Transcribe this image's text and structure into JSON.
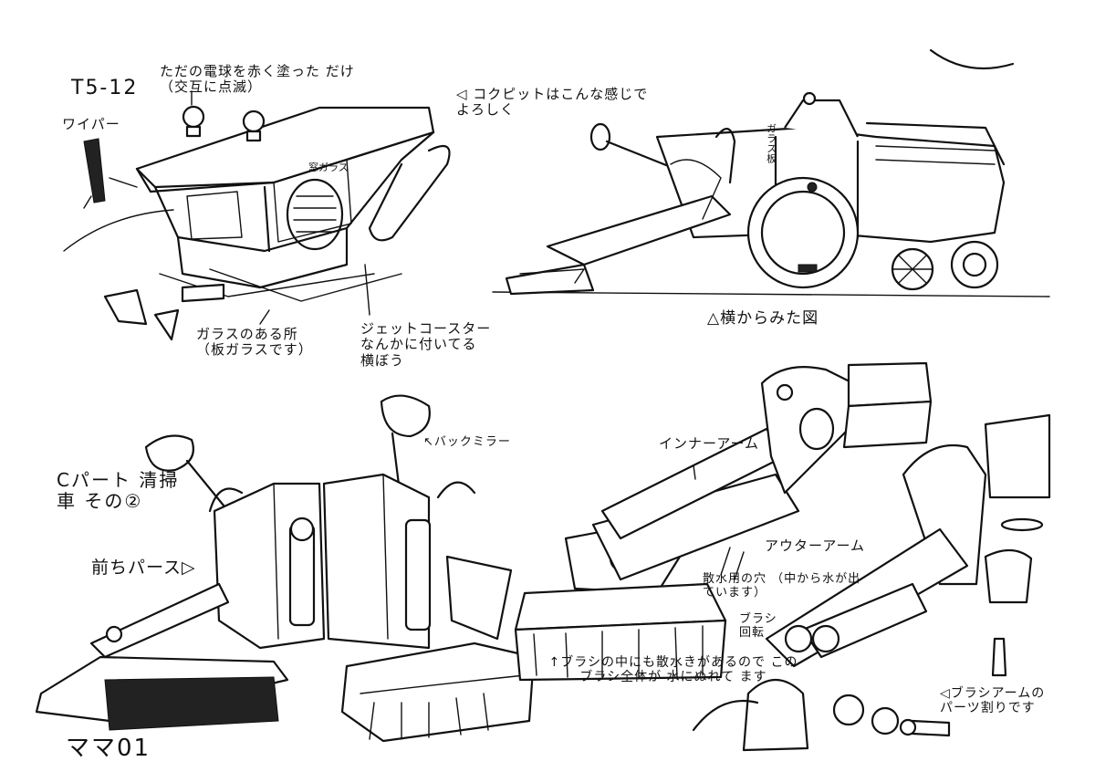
{
  "sheet": {
    "code": "T5-12",
    "page_number": "ママ01"
  },
  "top_left": {
    "lamp_note": "ただの電球を赤く塗った だけ（交互に点滅）",
    "wiper_label": "ワイパー",
    "glass_note": "ガラスのある所 （板ガラスです）",
    "bar_note": "ジェットコースター なんかに付いてる 横ぼう",
    "glass_side_label": "窓ガラス"
  },
  "top_right": {
    "cockpit_note": "◁ コクピットはこんな感じで よろしく",
    "side_view_caption": "△横からみた図",
    "glass_label": "ガラス板"
  },
  "bottom_left": {
    "part_title": "Cパート 清掃車 その②",
    "front_view_caption": "前ちパース▷",
    "mirror_label": "↖バックミラー"
  },
  "bottom_right": {
    "inner_arm_label": "インナーアーム",
    "outer_arm_label": "アウターアーム",
    "water_holes_note": "散水用の穴 （中から水が出ています）",
    "brush_rotation_label": "ブラシ 回転",
    "brush_water_note": "↑ブラシの中にも散水きがあるので このブラシ全体が 水にぬれて ます",
    "brush_arm_parts_note": "◁ブラシアームの パーツ割りです"
  }
}
